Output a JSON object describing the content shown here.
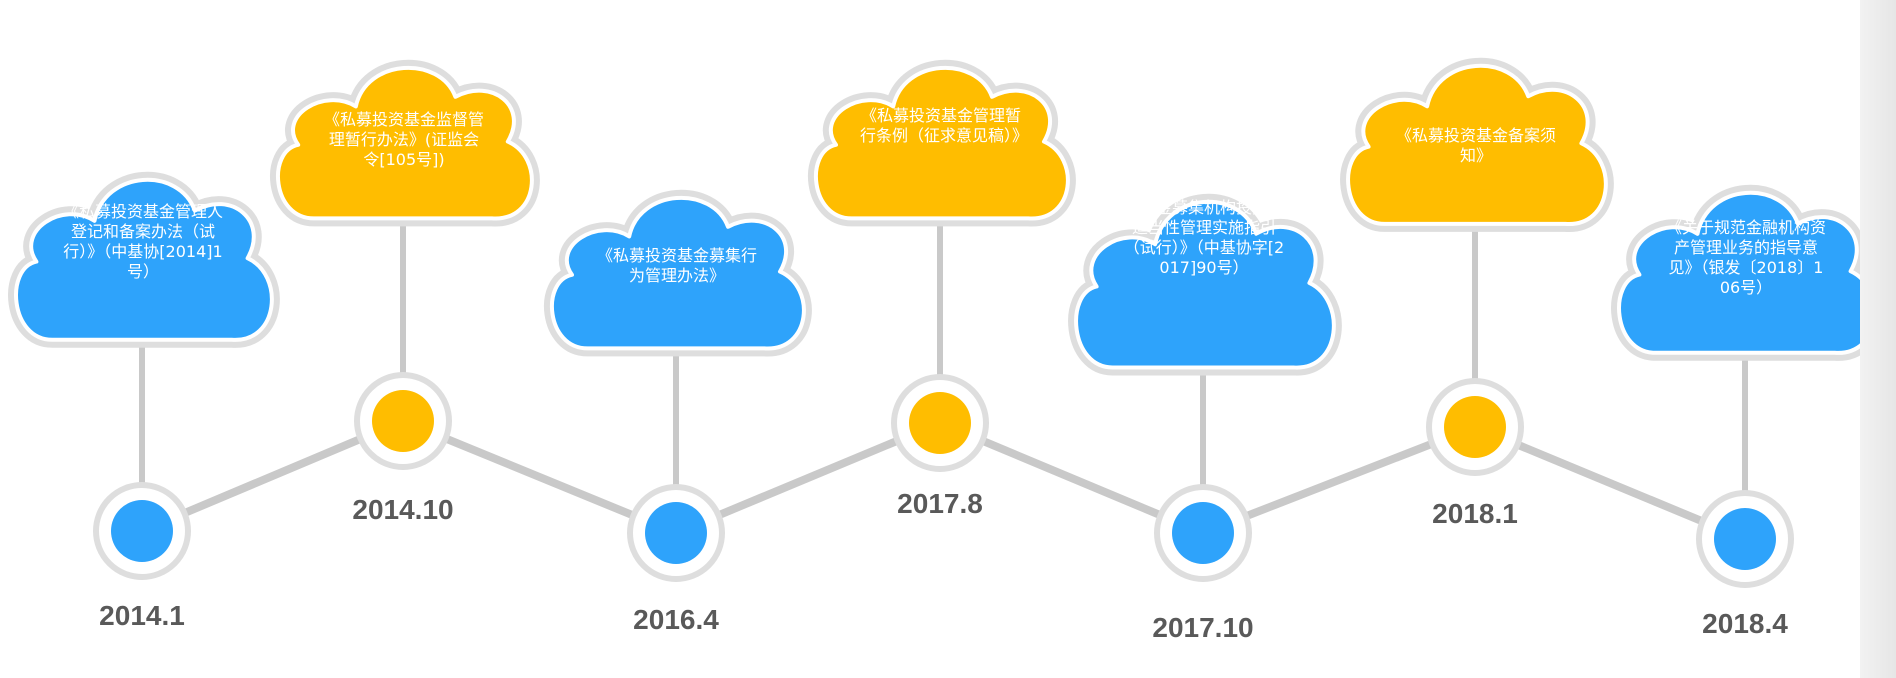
{
  "colors": {
    "blue": "#2ea3fb",
    "yellow": "#ffbd00",
    "connector": "#c9c9c9",
    "ring": "#dedede",
    "date_text": "#595959"
  },
  "milestones": [
    {
      "date": "2014.1",
      "color": "blue",
      "text": "《私募投资基金管理人登记和备案办法（试行）》（中基协[2014]1号）"
    },
    {
      "date": "2014.10",
      "color": "yellow",
      "text": "《私募投资基金监督管理暂行办法》(证监会令[105号])"
    },
    {
      "date": "2016.4",
      "color": "blue",
      "text": "《私募投资基金募集行为管理办法》"
    },
    {
      "date": "2017.8",
      "color": "yellow",
      "text": "《私募投资基金管理暂行条例（征求意见稿）》"
    },
    {
      "date": "2017.10",
      "color": "blue",
      "text": "《基金募集机构投资者适当性管理实施指引（试行）》（中基协字[2017]90号）"
    },
    {
      "date": "2018.1",
      "color": "yellow",
      "text": "《私募投资基金备案须知》"
    },
    {
      "date": "2018.4",
      "color": "blue",
      "text": "《关于规范金融机构资产管理业务的指导意见》（银发〔2018〕106号）"
    }
  ]
}
